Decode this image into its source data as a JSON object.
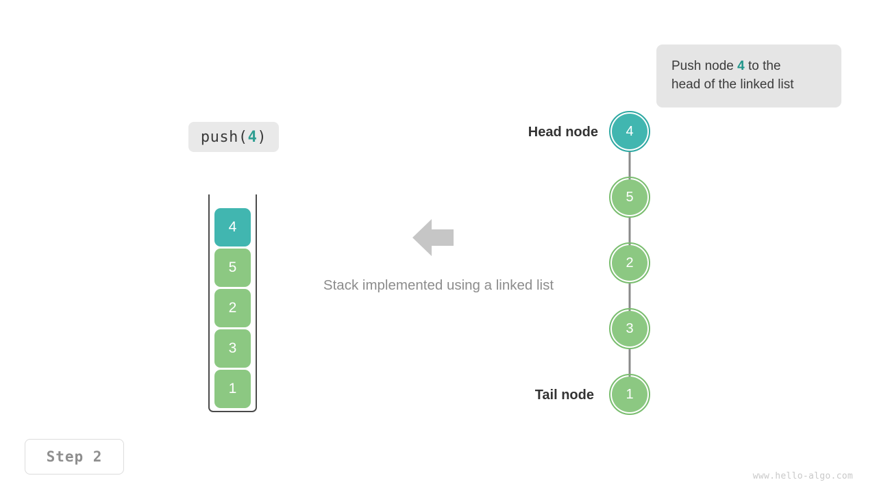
{
  "callout": {
    "line1_prefix": "Push node ",
    "line1_highlight": "4",
    "line1_suffix": " to the",
    "line2": "head of the linked list",
    "bg_color": "#e5e5e5",
    "highlight_color": "#20958a"
  },
  "operation_label": {
    "prefix": "push(",
    "value": "4",
    "suffix": ")"
  },
  "stack": {
    "cells": [
      {
        "value": "4",
        "color": "#41b6b0"
      },
      {
        "value": "5",
        "color": "#8cc882"
      },
      {
        "value": "2",
        "color": "#8cc882"
      },
      {
        "value": "3",
        "color": "#8cc882"
      },
      {
        "value": "1",
        "color": "#8cc882"
      }
    ]
  },
  "caption": "Stack implemented using a linked list",
  "linked_list": {
    "head_label": "Head node",
    "tail_label": "Tail node",
    "nodes": [
      {
        "value": "4",
        "color": "#41b6b0",
        "ring": "#2da8a2"
      },
      {
        "value": "5",
        "color": "#8cc882",
        "ring": "#79bd6e"
      },
      {
        "value": "2",
        "color": "#8cc882",
        "ring": "#79bd6e"
      },
      {
        "value": "3",
        "color": "#8cc882",
        "ring": "#79bd6e"
      },
      {
        "value": "1",
        "color": "#8cc882",
        "ring": "#79bd6e"
      }
    ],
    "connector_color": "#8a8a8a"
  },
  "step_badge": "Step  2",
  "watermark": "www.hello-algo.com",
  "arrow": {
    "direction": "left",
    "color": "#c6c6c6"
  }
}
